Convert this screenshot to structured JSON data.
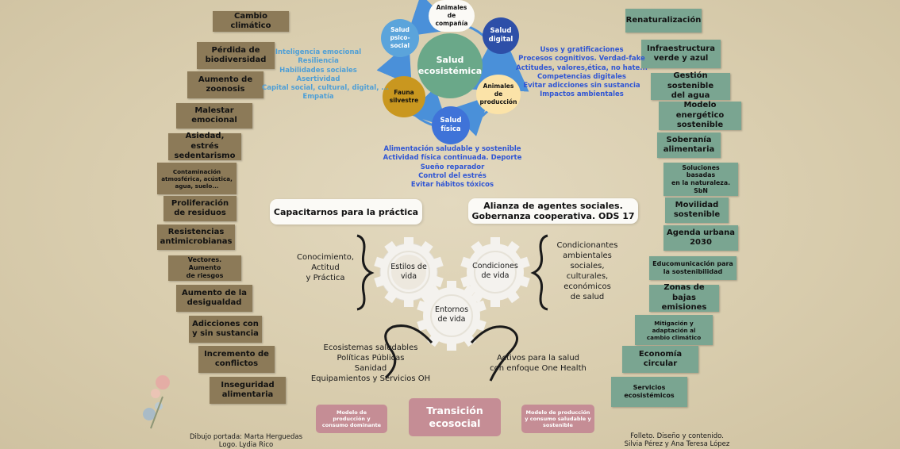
{
  "left_labels": [
    "Cambio climático",
    "Pérdida de\nbiodiversidad",
    "Aumento de\nzoonosis",
    "Malestar\nemocional",
    "Asiedad, estrés\nsedentarismo",
    "Contaminación\natmosférica, acústica,\nagua, suelo...",
    "Proliferación\nde residuos",
    "Resistencias\nantimicrobianas",
    "Vectores. Aumento\nde riesgos",
    "Aumento de la\ndesigualdad",
    "Adicciones con\ny  sin sustancia",
    "Incremento de\nconflictos",
    "Inseguridad\nalimentaria"
  ],
  "right_labels": [
    "Renaturalización",
    "Infraestructura\nverde y azul",
    "Gestión sostenible\ndel agua",
    "Modelo energético\nsostenible",
    "Soberanía\nalimentaria",
    "Soluciones basadas\nen la naturaleza.\nSbN",
    "Movilidad\nsostenible",
    "Agenda urbana\n2030",
    "Educomunicación para\nla sostenibilidad",
    "Zonas de bajas\nemisiones",
    "Mitigación y\nadaptación al\ncambio climático",
    "Economía\ncircular",
    "Servicios\necosistémicos"
  ],
  "cycle": {
    "center": "Salud\necosistémica",
    "animales_compania": "Animales de\ncompañía",
    "salud_digital": "Salud\ndigital",
    "animales_produccion": "Animales de\nproducción",
    "salud_fisica": "Salud\nfísica",
    "fauna_silvestre": "Fauna\nsilvestre",
    "salud_psicosocial": "Salud\npsico-\nsocial"
  },
  "psico_list": [
    "Inteligencia emocional",
    "Resiliencia",
    "Habilidades sociales",
    "Asertividad",
    "Capital social, cultural, digital, ...",
    "Empatía"
  ],
  "digital_list": [
    "Usos y gratificaciones",
    "Procesos cognitivos. Verdad-fake",
    "Actitudes, valores,ética, no hate...",
    "Competencias digitales",
    "Evitar adicciones sin sustancia",
    "Impactos ambientales"
  ],
  "fisica_list": [
    "Alimentación saludable y sostenible",
    "Actividad física continuada. Deporte",
    "Sueño reparador",
    "Control del estrés",
    "Evitar hábitos tóxicos"
  ],
  "pill_left": "Capacitarnos para la práctica",
  "pill_right": "Alianza de agentes sociales.\nGobernanza cooperativa. ODS 17",
  "gears": {
    "estilos": "Estilos de\nvida",
    "condiciones": "Condiciones\nde vida",
    "entornos": "Entornos\nde vida"
  },
  "conocimiento": "Conocimiento,\nActitud\ny Práctica",
  "condicionantes": "Condicionantes\nambientales\nsociales,\nculturales,\neconómicos\nde salud",
  "ecosistemas": "Ecosistemas saludables\nPolíticas Públicas\nSanidad\nEquipamientos y Servicios OH",
  "activos": "Activos para la salud\ncon enfoque One Health",
  "transicion": "Transición\necosocial",
  "modelo_dominante": "Modelo de\nproducción y\nconsumo dominante",
  "modelo_saludable": "Modelo de producción\ny consumo saludable y\nsostenible",
  "credit_left": "Dibujo portada: Marta Herguedas\nLogo. Lydia Rico",
  "credit_right": "Folleto. Diseño y contenido.\nSilvia Pérez y Ana Teresa López",
  "colors": {
    "brown_label": "#8c7a58",
    "teal_label": "#7aa591",
    "blue_text": "#2f55d4",
    "lightblue_text": "#4f9fd6",
    "pink": "#c58d95",
    "gear": "#f4f2ee"
  }
}
